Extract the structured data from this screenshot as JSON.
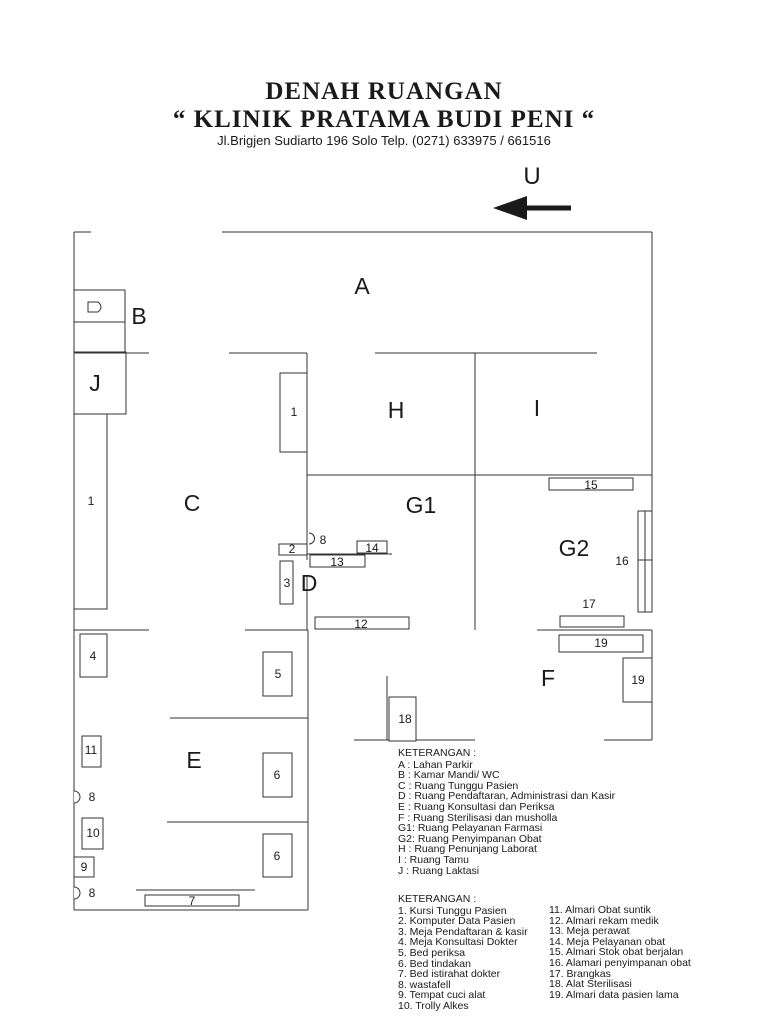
{
  "header": {
    "title": "DENAH RUANGAN",
    "subtitle": "“ KLINIK PRATAMA BUDI PENI “",
    "address": "Jl.Brigjen Sudiarto 196 Solo Telp. (0271) 633975 / 661516"
  },
  "compass": {
    "label": "U"
  },
  "rooms": {
    "A": "A",
    "B": "B",
    "C": "C",
    "D": "D",
    "E": "E",
    "F": "F",
    "G1": "G1",
    "G2": "G2",
    "H": "H",
    "I": "I",
    "J": "J"
  },
  "items": {
    "n1": "1",
    "n2": "2",
    "n3": "3",
    "n4": "4",
    "n5": "5",
    "n6": "6",
    "n7": "7",
    "n8": "8",
    "n9": "9",
    "n10": "10",
    "n11": "11",
    "n12": "12",
    "n13": "13",
    "n14": "14",
    "n15": "15",
    "n16": "16",
    "n17": "17",
    "n18": "18",
    "n19": "19"
  },
  "legend_rooms": {
    "heading": "KETERANGAN :",
    "entries": [
      "A  : Lahan Parkir",
      "B  : Kamar Mandi/ WC",
      "C  : Ruang Tunggu Pasien",
      "D  : Ruang Pendaftaran, Administrasi dan Kasir",
      "E  : Ruang Konsultasi dan Periksa",
      "F  : Ruang Sterilisasi dan musholla",
      "G1: Ruang Pelayanan Farmasi",
      "G2: Ruang Penyimpanan Obat",
      "H  : Ruang Penunjang Laborat",
      "I   : Ruang Tamu",
      "J  : Ruang Laktasi"
    ]
  },
  "legend_items": {
    "heading": "KETERANGAN :",
    "col1": [
      "1. Kursi Tunggu Pasien",
      "2. Komputer Data Pasien",
      "3. Meja Pendaftaran & kasir",
      "4. Meja Konsultasi Dokter",
      "5. Bed periksa",
      "6. Bed tindakan",
      "7. Bed istirahat dokter",
      "8. wastafell",
      "9. Tempat cuci alat",
      "10. Trolly Alkes"
    ],
    "col2": [
      "11. Almari Obat suntik",
      "12. Almari rekam medik",
      "13. Meja perawat",
      "14. Meja Pelayanan obat",
      "15. Almari Stok obat berjalan",
      "16. Alamari penyimpanan obat",
      "17. Brangkas",
      "18. Alat Sterilisasi",
      "19. Almari data pasien lama"
    ]
  },
  "colors": {
    "line": "#333333",
    "ink": "#1a1a1a"
  }
}
